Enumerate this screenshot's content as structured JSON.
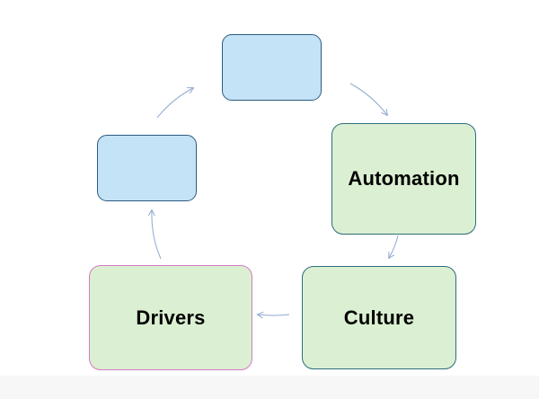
{
  "colors": {
    "blue_fill": "#c4e3f6",
    "blue_stroke": "#2c5b80",
    "green_fill": "#dbf0d2",
    "green_stroke": "#2e6c7d",
    "drivers_stroke": "#d47bc3",
    "arrow": "#8fa9cf"
  },
  "nodes": [
    {
      "id": "top",
      "label": "",
      "style": "blue"
    },
    {
      "id": "automation",
      "label": "Automation",
      "style": "green"
    },
    {
      "id": "culture",
      "label": "Culture",
      "style": "green"
    },
    {
      "id": "drivers",
      "label": "Drivers",
      "style": "green-highlight"
    },
    {
      "id": "left",
      "label": "",
      "style": "blue"
    }
  ],
  "edges": [
    {
      "from": "top",
      "to": "automation"
    },
    {
      "from": "automation",
      "to": "culture"
    },
    {
      "from": "culture",
      "to": "drivers"
    },
    {
      "from": "drivers",
      "to": "left"
    },
    {
      "from": "left",
      "to": "top"
    }
  ]
}
